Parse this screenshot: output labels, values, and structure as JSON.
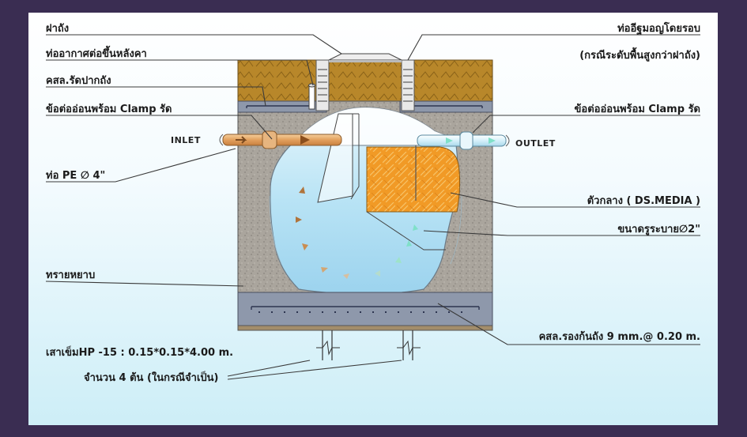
{
  "labels": {
    "lid": "ฝาถัง",
    "vent_pipe": "ท่ออากาศต่อขึ้นหลังคา",
    "lid_collar": "คสล.รัดปากถัง",
    "flex_joint_left": "ข้อต่ออ่อนพร้อม Clamp รัด",
    "pe_pipe": "ท่อ PE ∅ 4\"",
    "sand_fill": "ทรายหยาบ",
    "piles_line1": "เสาเข็มHP -15 : 0.15*0.15*4.00 m.",
    "piles_line2": "จำนวน 4 ต้น (ในกรณีจำเป็น)",
    "riser_line1": "ท่ออีฐมอญโดยรอบ",
    "riser_line2": "(กรณีระดับพื้นสูงกว่าฝาถัง)",
    "flex_joint_right": "ข้อต่ออ่อนพร้อม Clamp รัด",
    "media": "ตัวกลาง ( DS.MEDIA )",
    "drain": "ขนาดรูระบาย∅2\"",
    "base_slab": "คสล.รองก้นถัง   9 mm.@ 0.20 m."
  },
  "pipe_labels": {
    "inlet": "INLET",
    "outlet": "OUTLET"
  },
  "colors": {
    "frame": "#3a2d52",
    "soil": "#b8872a",
    "concrete": "#8e98ab",
    "sand": "#a9a49c",
    "tank_water": "#bfe6f6",
    "media": "#f19a26",
    "inlet_pipe": "#e9a965",
    "outlet_pipe": "#cfeef8",
    "flow_in": "#b0743c",
    "flow_out": "#7fe0c8"
  }
}
